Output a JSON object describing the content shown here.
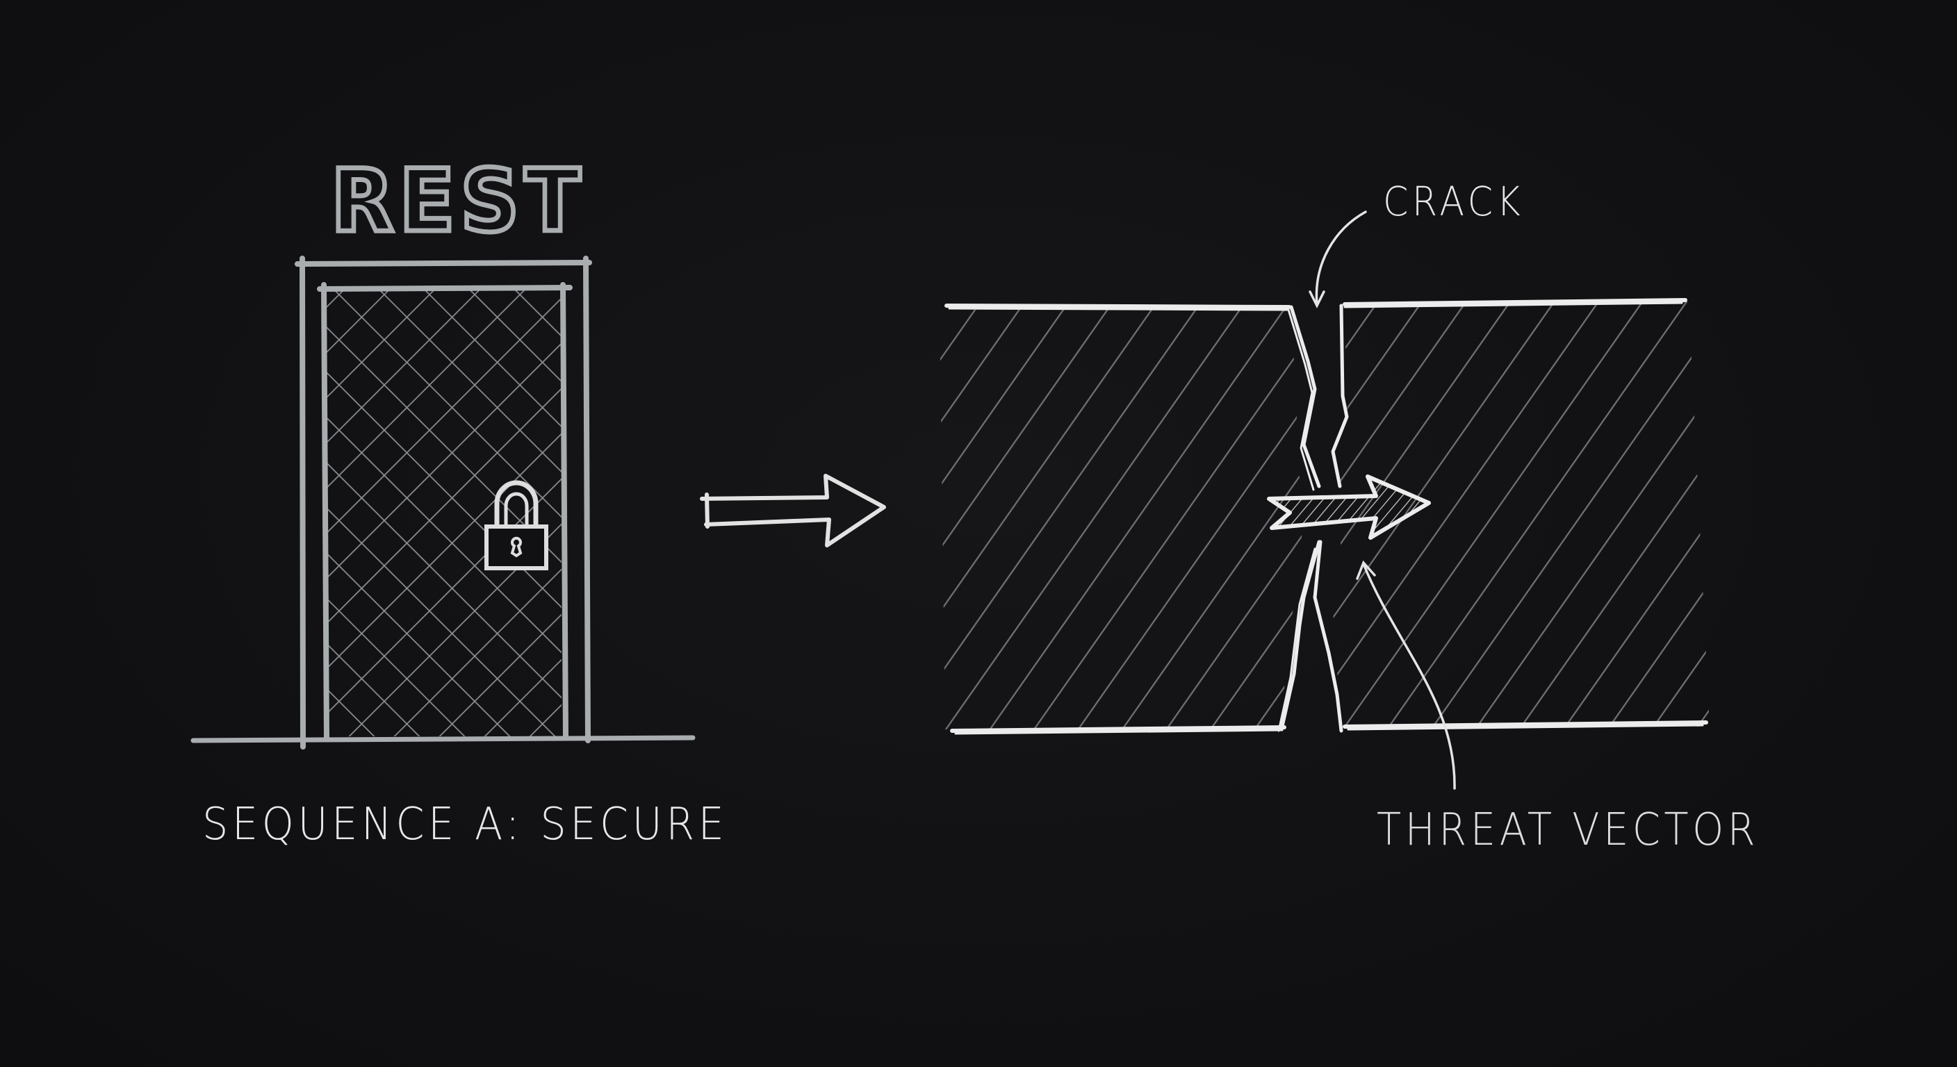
{
  "diagram": {
    "style": "chalk sketch on dark background",
    "background_color": "#111113",
    "stroke_colors": {
      "light": "#ececec",
      "grey": "#a9adb0",
      "hatch": "#6e7275"
    },
    "left_panel": {
      "title": "REST",
      "object": "locked door with cross-hatched panel",
      "icon": "padlock-icon",
      "caption": "SEQUENCE A: SECURE"
    },
    "transition": {
      "icon": "right-arrow-icon"
    },
    "right_panel": {
      "object": "hatched wall split by a crack",
      "annotations": [
        {
          "label": "CRACK",
          "points_to": "top of crack"
        },
        {
          "label": "THREAT VECTOR",
          "points_to": "arrow passing through crack"
        }
      ],
      "icon": "threat-arrow-icon"
    }
  }
}
